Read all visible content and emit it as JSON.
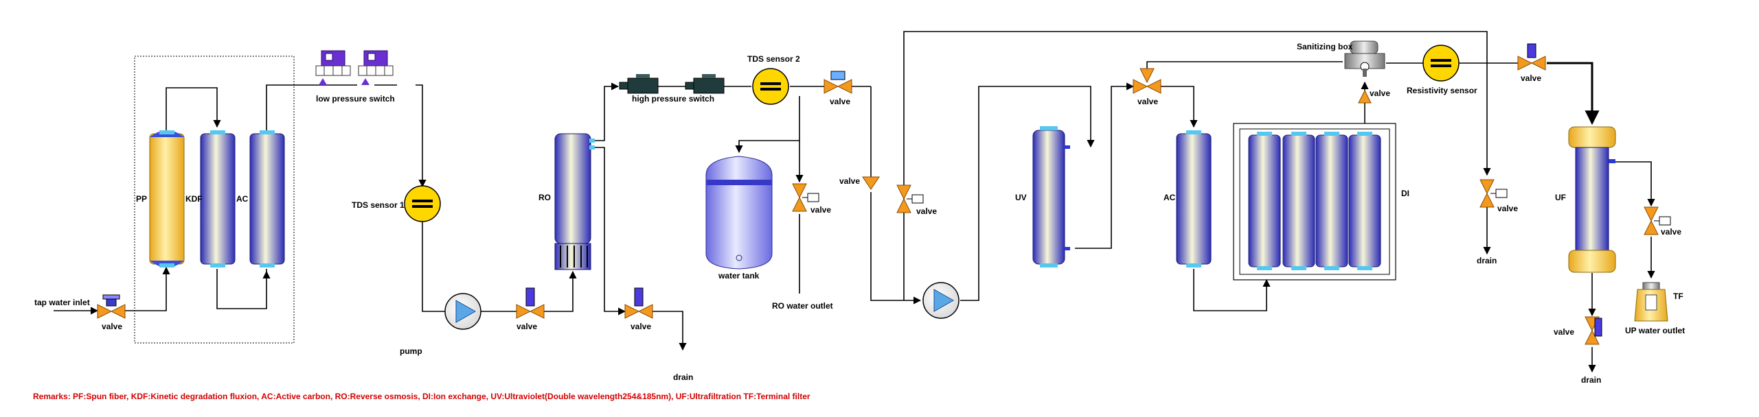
{
  "labels": {
    "tap_water_inlet": "tap water inlet",
    "valve": "valve",
    "pp": "PP",
    "kdf": "KDF",
    "ac": "AC",
    "low_pressure_switch": "low pressure switch",
    "tds_sensor_1": "TDS sensor 1",
    "pump": "pump",
    "ro": "RO",
    "high_pressure_switch": "high pressure switch",
    "tds_sensor_2": "TDS sensor 2",
    "water_tank": "water tank",
    "ro_water_outlet": "RO water outlet",
    "drain": "drain",
    "uv": "UV",
    "ac2": "AC",
    "di": "DI",
    "sanitizing_box": "Sanitizing box",
    "resistivity_sensor": "Resistivity sensor",
    "uf": "UF",
    "tf": "TF",
    "up_water_outlet": "UP water outlet"
  },
  "remarks": "Remarks: PF:Spun fiber, KDF:Kinetic degradation fluxion, AC:Active carbon, RO:Reverse osmosis, DI:Ion exchange, UV:Ultraviolet(Double wavelength254&185nm), UF:Ultrafiltration TF:Terminal filter",
  "colors": {
    "valve_orange": "#f39a1e",
    "pp_yellow": "#f5c242",
    "cartridge_blue": "#5a5ad8",
    "sensor_yellow": "#ffd700",
    "pump_blue": "#5aa7e8",
    "remarks_red": "#d40000",
    "switch_purple": "#6a2fd0"
  }
}
